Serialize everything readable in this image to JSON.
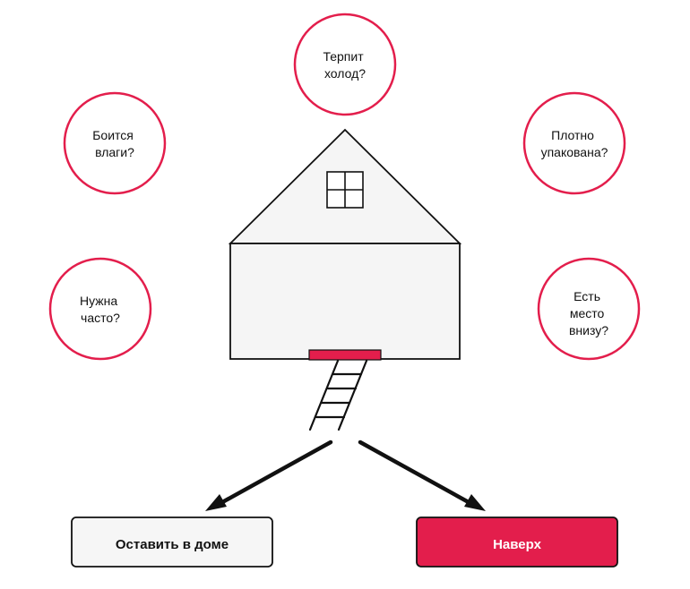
{
  "colors": {
    "accent": "#e31e4c",
    "house_fill": "#f5f5f5",
    "outline": "#111111",
    "keep_button_fill": "#f6f6f6",
    "up_button_text": "#ffffff"
  },
  "questions": [
    {
      "id": "cold",
      "lines": [
        "Терпит",
        "холод?"
      ]
    },
    {
      "id": "moisture",
      "lines": [
        "Боится",
        "влаги?"
      ]
    },
    {
      "id": "packed",
      "lines": [
        "Плотно",
        "упакована?"
      ]
    },
    {
      "id": "often",
      "lines": [
        "Нужна",
        "часто?"
      ]
    },
    {
      "id": "space",
      "lines": [
        "Есть",
        "место",
        "внизу?"
      ]
    }
  ],
  "outcomes": {
    "keep_label": "Оставить в доме",
    "up_label": "Наверх"
  },
  "icons": [
    "house-icon",
    "window-icon",
    "attic-hatch-icon",
    "ladder-icon",
    "arrow-icon"
  ]
}
